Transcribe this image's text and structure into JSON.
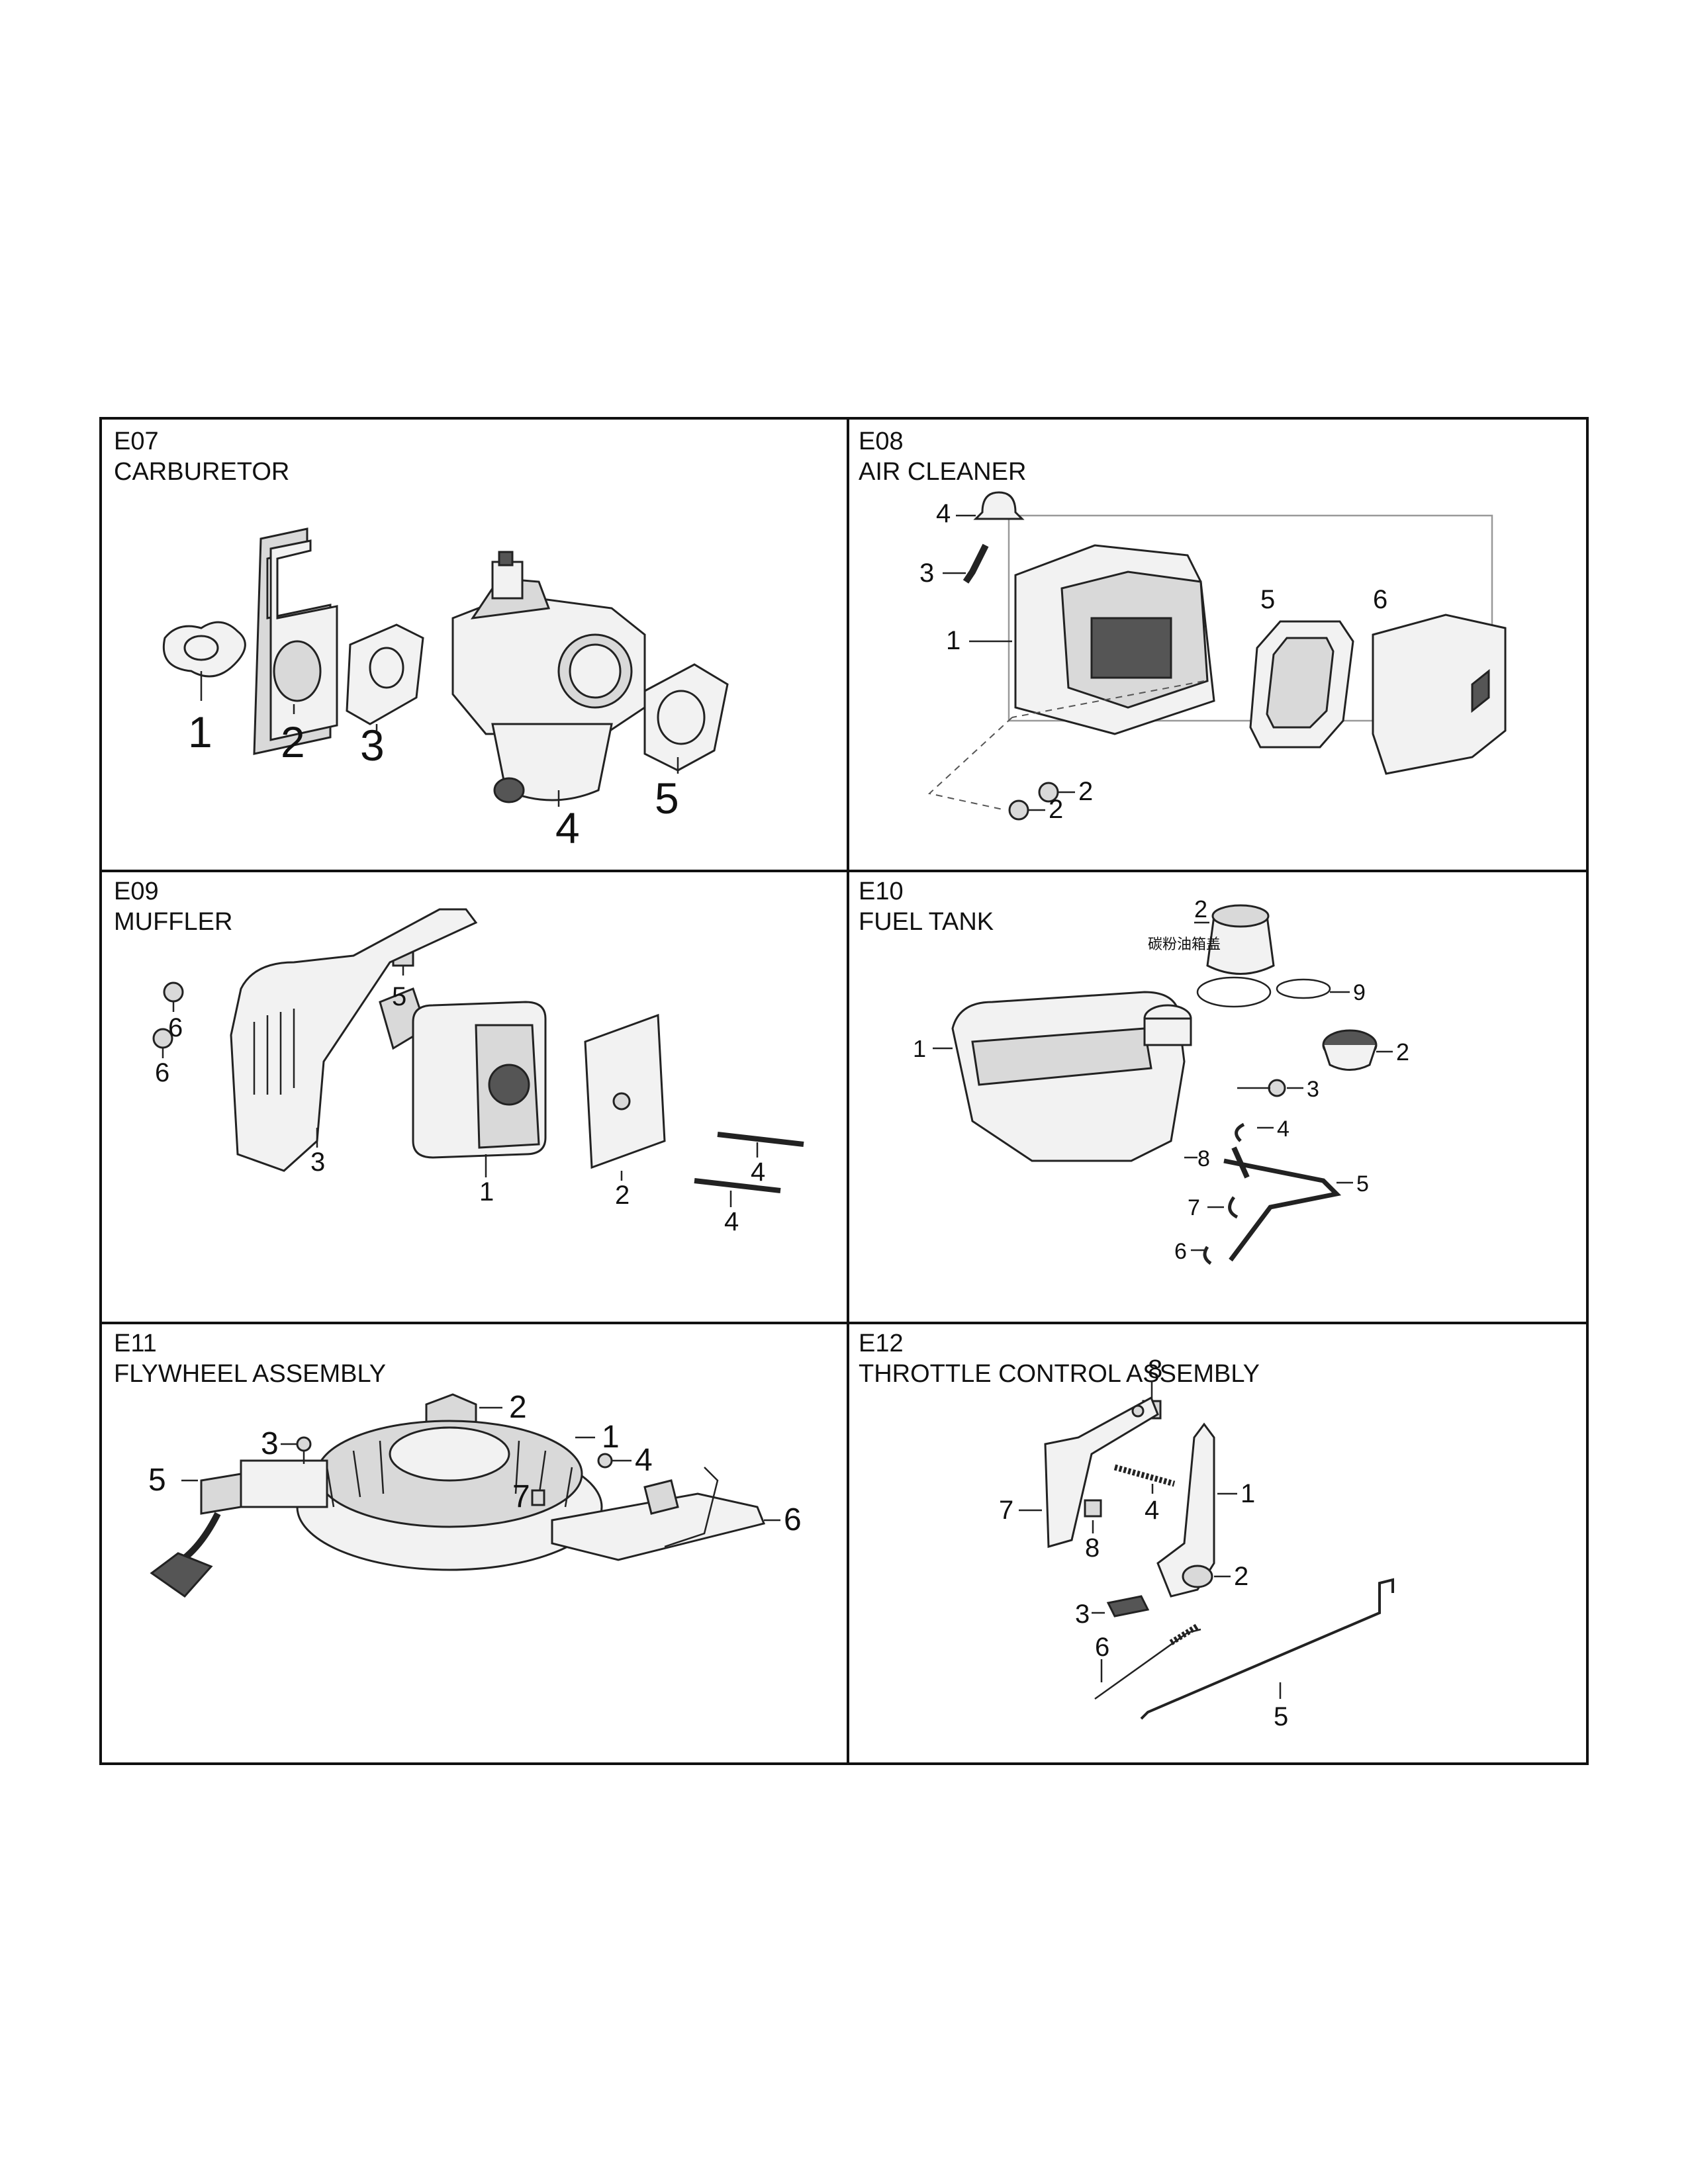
{
  "panels": [
    {
      "code": "E07",
      "title": "CARBURETOR",
      "callouts": [
        "1",
        "2",
        "3",
        "4",
        "5"
      ]
    },
    {
      "code": "E08",
      "title": "AIR CLEANER",
      "callouts": [
        "4",
        "3",
        "1",
        "5",
        "6",
        "2",
        "2"
      ]
    },
    {
      "code": "E09",
      "title": "MUFFLER",
      "callouts": [
        "5",
        "6",
        "6",
        "3",
        "1",
        "2",
        "4",
        "4"
      ]
    },
    {
      "code": "E10",
      "title": "FUEL TANK",
      "callouts": [
        "2",
        "9",
        "1",
        "2",
        "3",
        "4",
        "8",
        "5",
        "7",
        "6"
      ],
      "chinese_label": "碳粉油箱盖"
    },
    {
      "code": "E11",
      "title": "FLYWHEEL ASSEMBLY",
      "callouts": [
        "2",
        "1",
        "3",
        "4",
        "5",
        "7",
        "6"
      ]
    },
    {
      "code": "E12",
      "title": "THROTTLE CONTROL ASSEMBLY",
      "callouts": [
        "8",
        "1",
        "7",
        "4",
        "8",
        "2",
        "3",
        "6",
        "5"
      ]
    }
  ]
}
